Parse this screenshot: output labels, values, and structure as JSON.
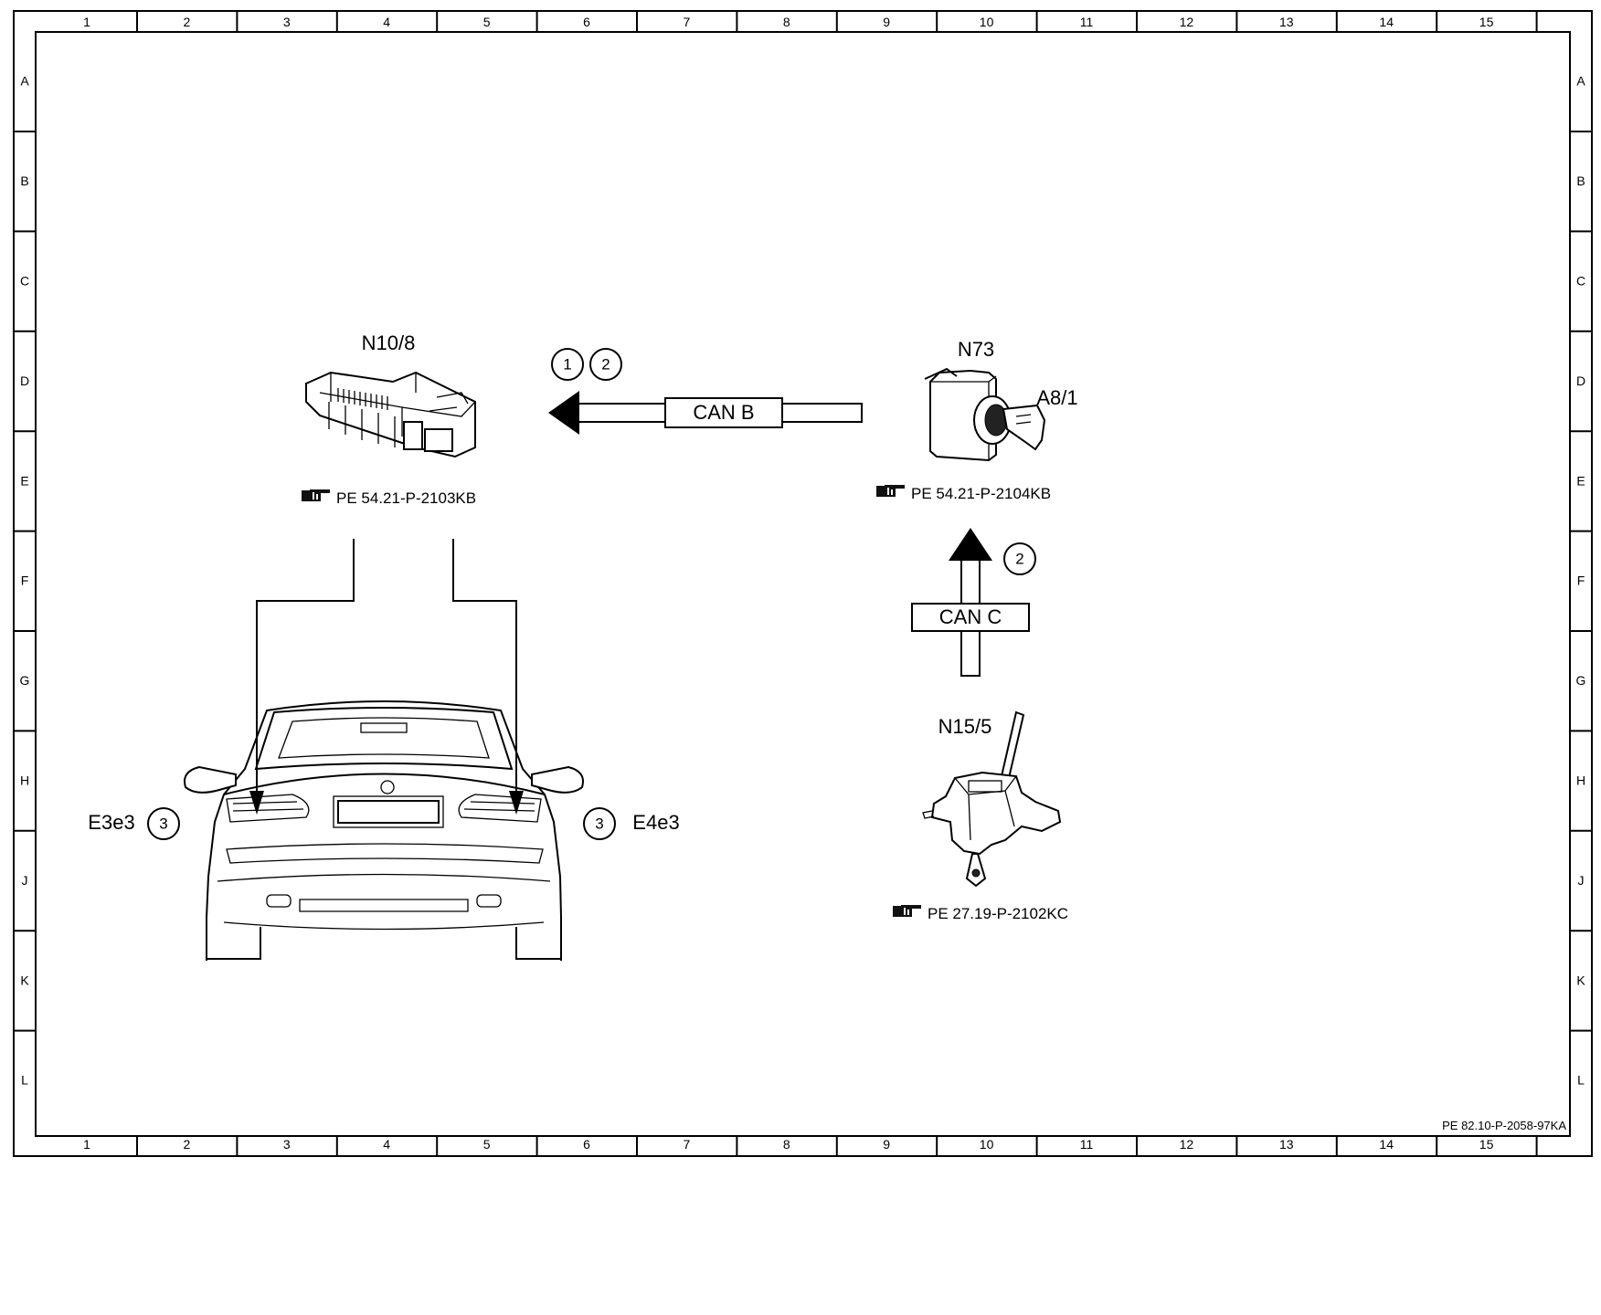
{
  "grid": {
    "columns": [
      "1",
      "2",
      "3",
      "4",
      "5",
      "6",
      "7",
      "8",
      "9",
      "10",
      "11",
      "12",
      "13",
      "14",
      "15"
    ],
    "rows": [
      "A",
      "B",
      "C",
      "D",
      "E",
      "F",
      "G",
      "H",
      "J",
      "K",
      "L"
    ]
  },
  "document_id": "PE 82.10-P-2058-97KA",
  "components": {
    "n10_8": {
      "label": "N10/8",
      "ref": "PE 54.21-P-2103KB"
    },
    "n73": {
      "label": "N73",
      "ref": "PE 54.21-P-2104KB"
    },
    "a8_1": {
      "label": "A8/1"
    },
    "n15_5": {
      "label": "N15/5",
      "ref": "PE 27.19-P-2102KC"
    },
    "e3e3": {
      "label": "E3e3",
      "marker": "3"
    },
    "e4e3": {
      "label": "E4e3",
      "marker": "3"
    }
  },
  "buses": {
    "can_b": {
      "label": "CAN B",
      "markers": [
        "1",
        "2"
      ]
    },
    "can_c": {
      "label": "CAN C",
      "markers": [
        "2"
      ]
    }
  },
  "icons": {
    "reference": "pointing-hand-icon"
  }
}
